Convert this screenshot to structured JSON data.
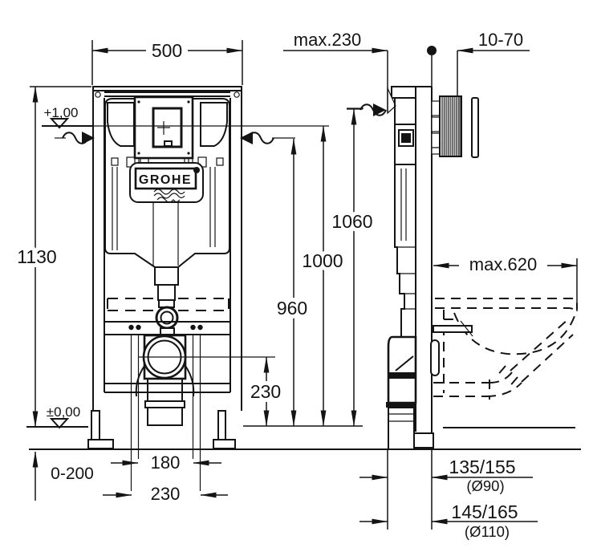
{
  "brand": {
    "logo_text": "GROHE"
  },
  "front_view": {
    "dim_width": "500",
    "dim_height": "1130",
    "level_upper": "+1,00",
    "level_floor": "±0,00",
    "dim_h_1060": "1060",
    "dim_h_1000": "1000",
    "dim_h_960": "960",
    "dim_outlet_height": "230",
    "dim_foot_adjust": "0-200",
    "dim_stud_spacing_narrow": "180",
    "dim_stud_spacing_wide": "230"
  },
  "side_view": {
    "dim_depth_max": "max.230",
    "dim_plate_adjust": "10-70",
    "dim_bowl_max": "max.620",
    "dim_outlet_90": "135/155",
    "dim_outlet_90_pipe": "(Ø90)",
    "dim_outlet_110": "145/165",
    "dim_outlet_110_pipe": "(Ø110)"
  }
}
